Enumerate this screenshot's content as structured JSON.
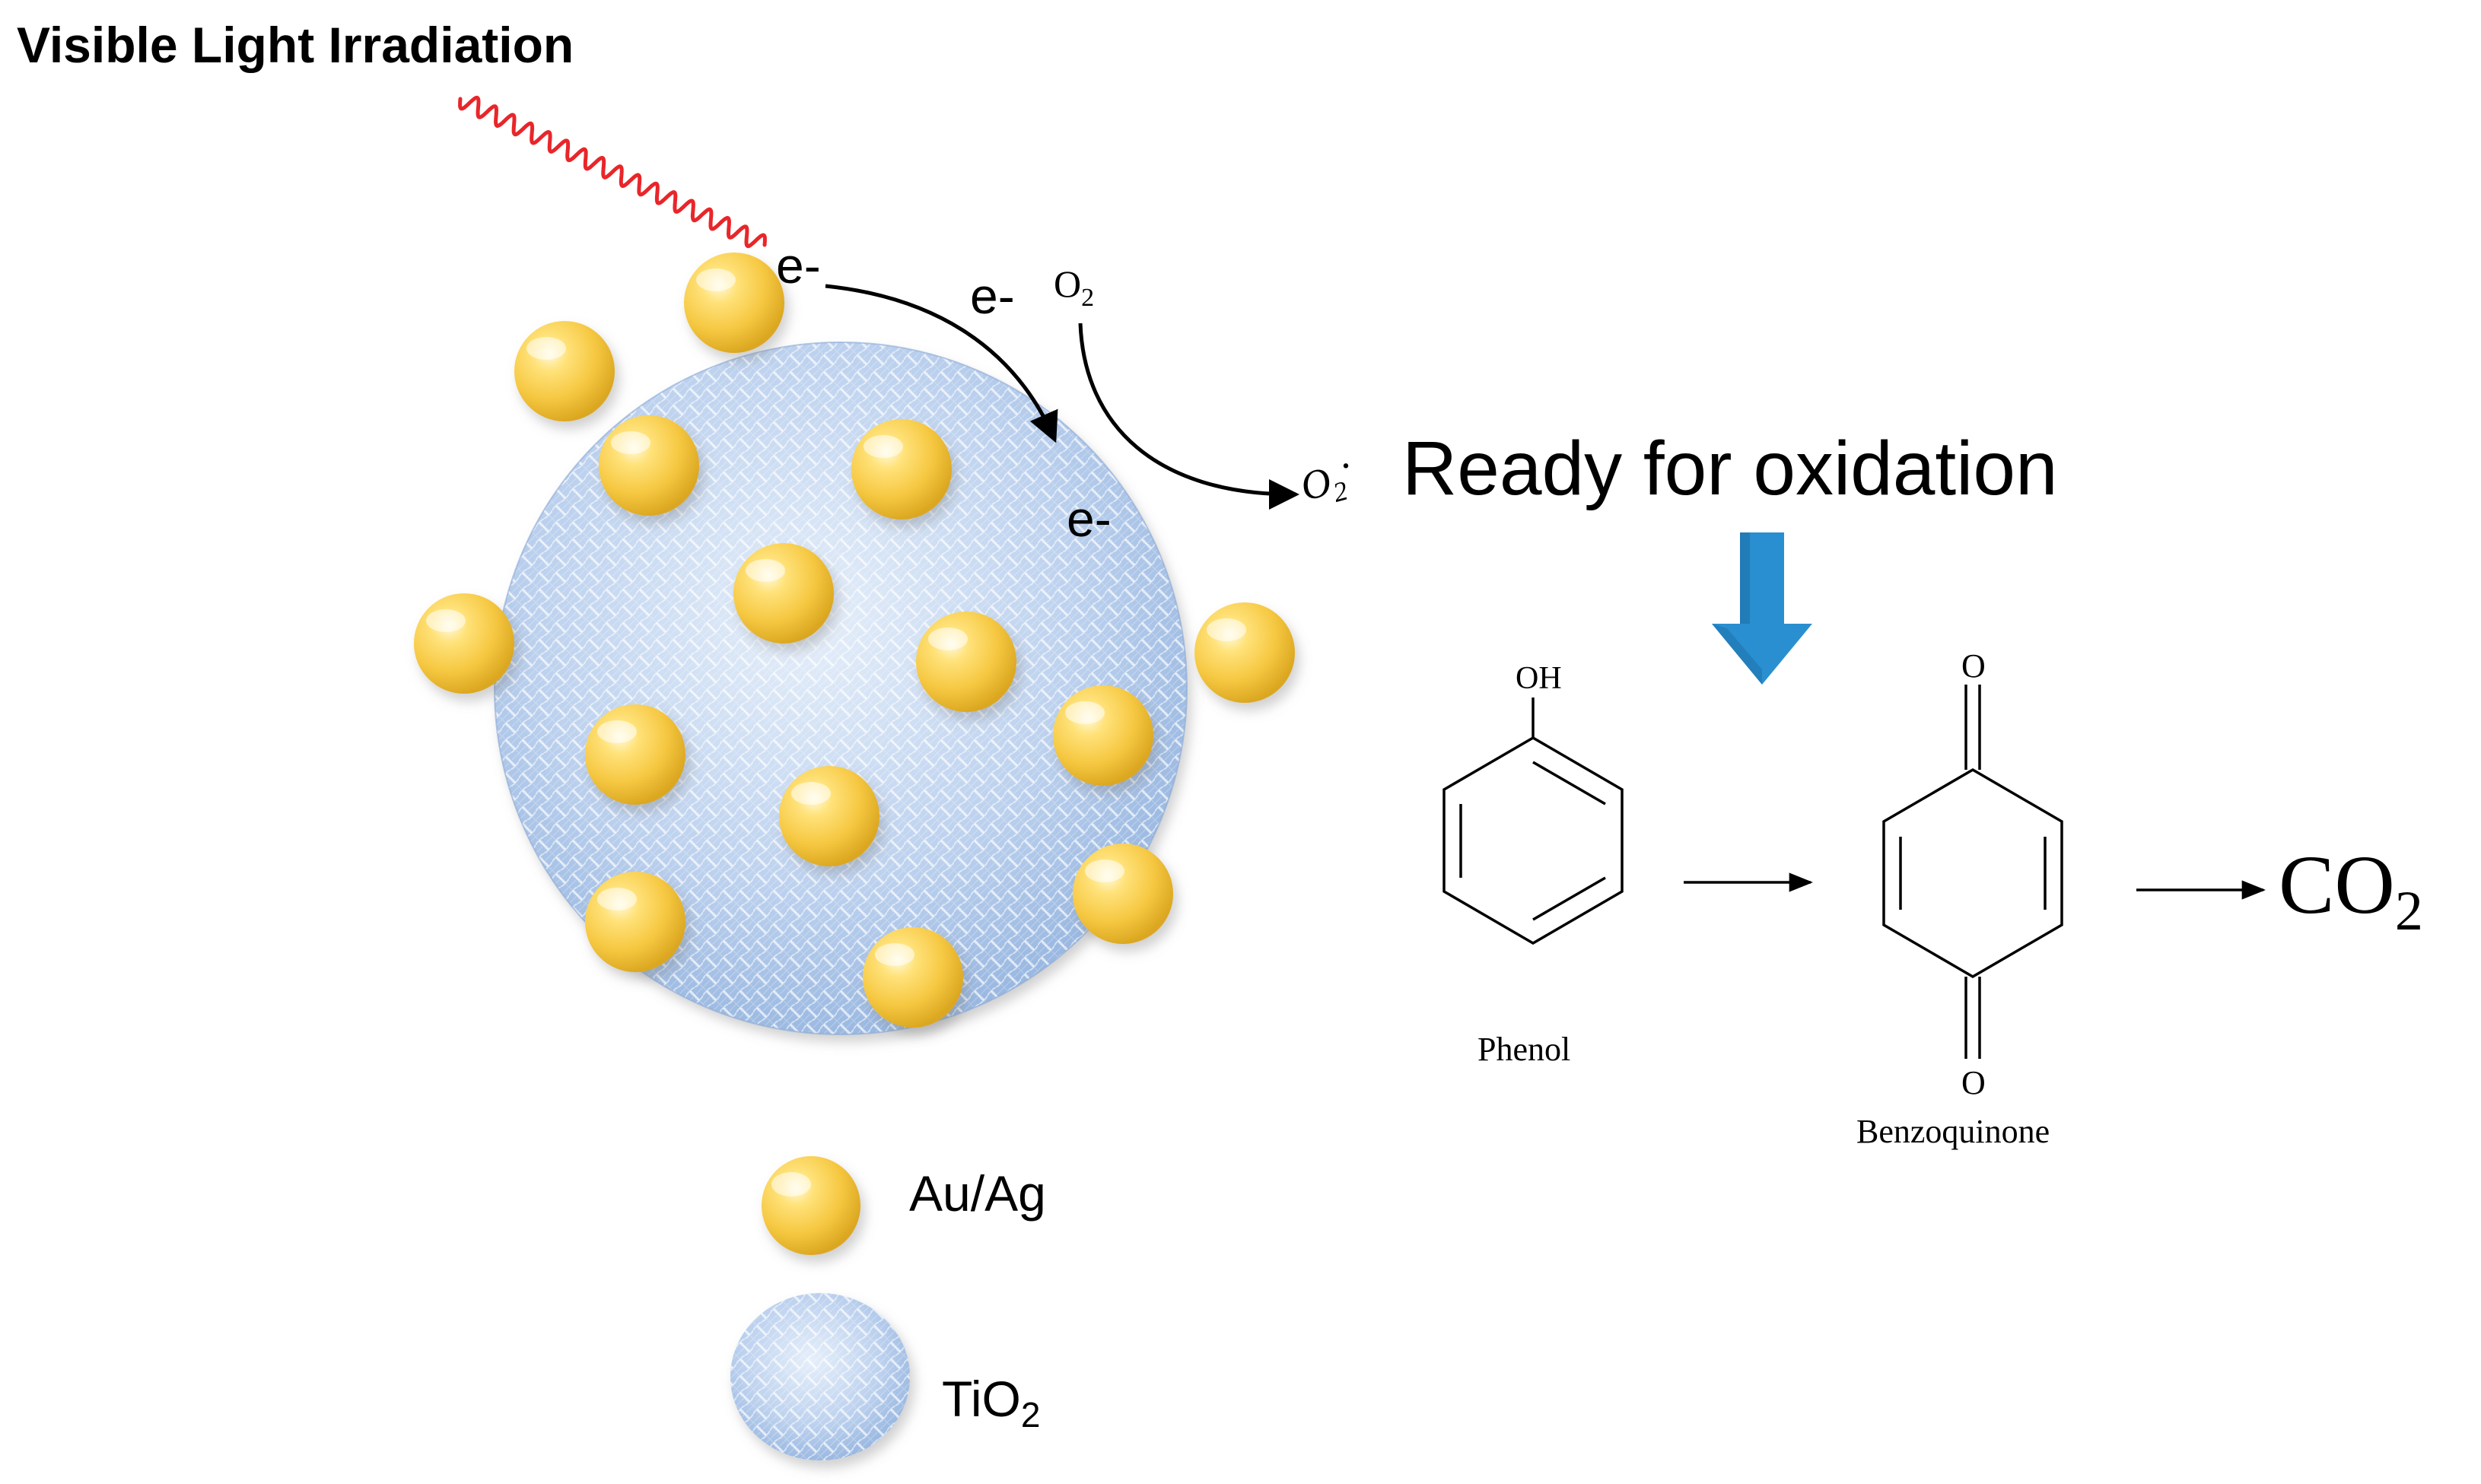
{
  "title": "Visible Light Irradiation",
  "electron_labels": [
    "e-",
    "e-",
    "e-"
  ],
  "oxygen": {
    "o2": "O2",
    "o2_base": "O",
    "o2_sub": "2",
    "superoxide": "O2·",
    "superoxide_base": "O",
    "superoxide_sub": "2",
    "superoxide_dot": "·"
  },
  "ready_text": "Ready for oxidation",
  "molecules": {
    "phenol": {
      "label": "Phenol",
      "substituent": "OH"
    },
    "benzoquinone": {
      "label": "Benzoquinone",
      "top_atom": "O",
      "bottom_atom": "O"
    }
  },
  "product": {
    "text": "CO2",
    "base": "CO",
    "sub": "2"
  },
  "legend": {
    "nanoparticle": "Au/Ag",
    "support": "TiO2",
    "support_base": "TiO",
    "support_sub": "2"
  },
  "colors": {
    "wave": "#e8262a",
    "gold_light": "#fff3b0",
    "gold_mid": "#f7cf4a",
    "gold_dark": "#d9a81e",
    "tio2_light": "#e4eefa",
    "tio2_mid": "#b7cdec",
    "tio2_dark": "#8fb0dc",
    "arrow_blue": "#2a8fd0",
    "arrow_blue_dark": "#1c6fa8"
  }
}
